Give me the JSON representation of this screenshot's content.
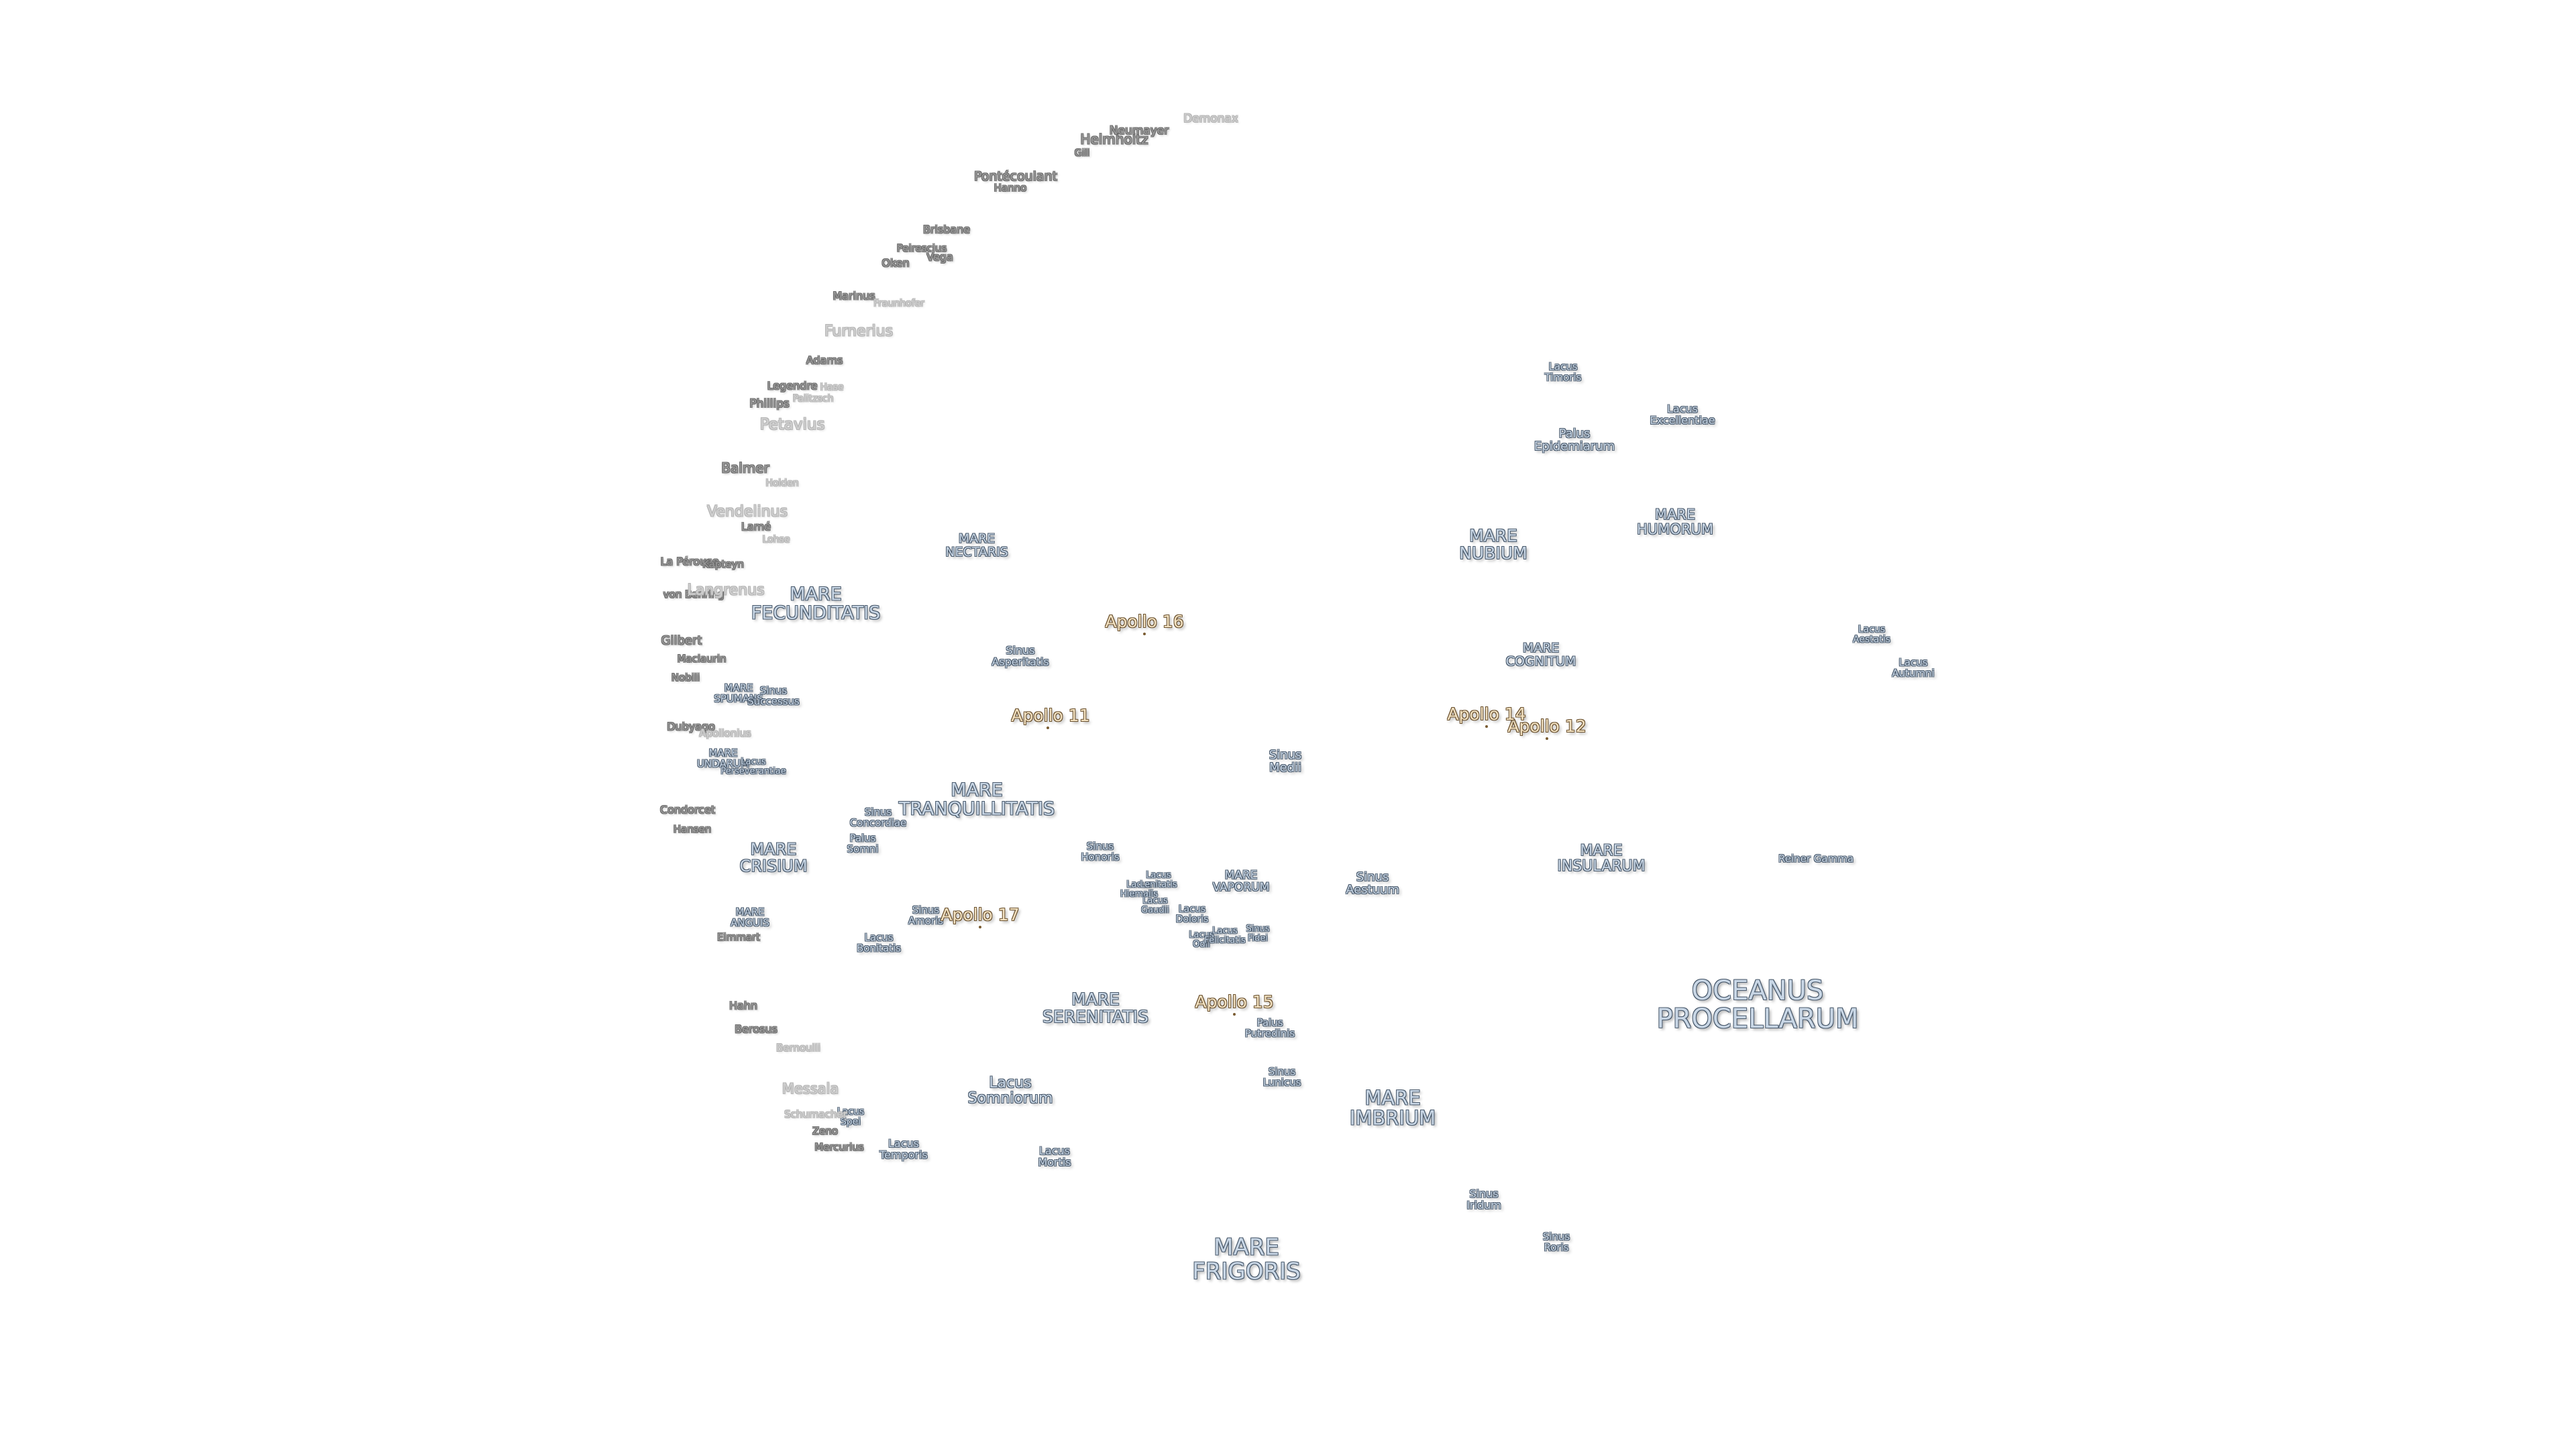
{
  "colors": {
    "background": "#ffffff",
    "sea_fill": "#c9d7e6",
    "sea_outline": "#4a5a6c",
    "crater_fill": "#9a9a9a",
    "crater_dim_fill": "#cfcfcf",
    "apollo_fill": "#f3e2c2",
    "apollo_outline": "#6b5230"
  },
  "labels": {
    "oceanus_procellarum": "OCEANUS\nPROCELLARUM",
    "mare_frigoris": "MARE\nFRIGORIS",
    "mare_imbrium": "MARE\nIMBRIUM",
    "mare_serenitatis": "MARE\nSERENITATIS",
    "mare_tranquillitatis": "MARE\nTRANQUILLITATIS",
    "mare_fecunditatis": "MARE\nFECUNDITATIS",
    "mare_crisium": "MARE\nCRISIUM",
    "mare_nectaris": "MARE\nNECTARIS",
    "mare_nubium": "MARE\nNUBIUM",
    "mare_humorum": "MARE\nHUMORUM",
    "mare_cognitum": "MARE\nCOGNITUM",
    "mare_insularum": "MARE\nINSULARUM",
    "mare_vaporum": "MARE\nVAPORUM",
    "mare_spumans": "MARE\nSPUMANS",
    "mare_undarum": "MARE\nUNDARUM",
    "mare_anguis": "MARE\nANGUIS",
    "lacus_somniorum": "Lacus\nSomniorum",
    "lacus_mortis": "Lacus\nMortis",
    "lacus_temporis": "Lacus\nTemporis",
    "lacus_spei": "Lacus\nSpei",
    "lacus_bonitatis": "Lacus\nBonitatis",
    "lacus_timoris": "Lacus\nTimoris",
    "lacus_excellentiae": "Lacus\nExcellentiae",
    "lacus_aestatis": "Lacus\nAestatis",
    "lacus_autumni": "Lacus\nAutumni",
    "lacus_hiemalis": "Lacus\nHiemalis",
    "lacus_lenitatis": "Lacus\nLenitatis",
    "lacus_gaudii": "Lacus\nGaudii",
    "lacus_doloris": "Lacus\nDoloris",
    "lacus_odii": "Lacus\nOdii",
    "lacus_felicitatis": "Lacus\nFelicitatis",
    "lacus_perseverantiae": "Lacus\nPerseverantiae",
    "sinus_iridum": "Sinus\nIridum",
    "sinus_roris": "Sinus\nRoris",
    "sinus_lunicus": "Sinus\nLunicus",
    "sinus_aestuum": "Sinus\nAestuum",
    "sinus_medii": "Sinus\nMedii",
    "sinus_honoris": "Sinus\nHonoris",
    "sinus_amoris": "Sinus\nAmoris",
    "sinus_concordiae": "Sinus\nConcordiae",
    "sinus_successus": "Sinus\nSuccessus",
    "sinus_asperitatis": "Sinus\nAsperitatis",
    "sinus_fidei": "Sinus\nFidei",
    "palus_somni": "Palus\nSomni",
    "palus_putredinis": "Palus\nPutredinis",
    "palus_epidemiarum": "Palus\nEpidemiarum",
    "reiner_gamma": "Reiner Gamma",
    "apollo_11": "Apollo 11",
    "apollo_12": "Apollo 12",
    "apollo_14": "Apollo 14",
    "apollo_15": "Apollo 15",
    "apollo_16": "Apollo 16",
    "apollo_17": "Apollo 17",
    "demonax": "Demonax",
    "helmholtz": "Helmholtz",
    "neumayer": "Neumayer",
    "gill": "Gill",
    "pontecoulant": "Pontécoulant",
    "hanno": "Hanno",
    "brisbane": "Brisbane",
    "peirescius": "Peirescius",
    "vega": "Vega",
    "abel": "Oken",
    "marinus": "Marinus",
    "fraunhofer": "Fraunhofer",
    "furnerius": "Furnerius",
    "adams": "Adams",
    "legendre": "Legendre",
    "hase": "Hase",
    "petavius": "Petavius",
    "phillips": "Phillips",
    "palitzsch": "Palitzsch",
    "balmer": "Balmer",
    "holden": "Holden",
    "vendelinus": "Vendelinus",
    "lame": "Lamé",
    "lohse": "Lohse",
    "la_perouse": "La Pérouse",
    "kapteyn": "Kapteyn",
    "von_behring": "von Behring",
    "langrenus": "Langrenus",
    "gilbert": "Gilbert",
    "maclaurin": "Maclaurin",
    "nobili": "Nobili",
    "dubyago": "Dubyago",
    "apollonius": "Apollonius",
    "condorcet": "Condorcet",
    "hansen": "Hansen",
    "eimmart": "Eimmart",
    "hahn": "Hahn",
    "berosus": "Berosus",
    "bernoulli": "Bernoulli",
    "messala": "Messala",
    "schumacher": "Schumacher",
    "zeno": "Zeno",
    "mercurius": "Mercurius"
  }
}
